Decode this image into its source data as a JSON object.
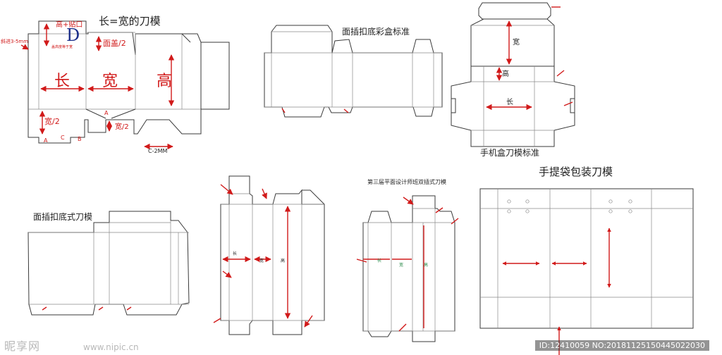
{
  "diagrams": {
    "d1": {
      "title": "长=宽的刀模",
      "glue_label": "高+贴口",
      "letter": "D",
      "note": "盖高度等于宽",
      "lid_label": "面盖/2",
      "slope_label": "斜进3-5mm",
      "length": "长",
      "width": "宽",
      "height": "高",
      "half_width": "宽/2",
      "half_width_2": "宽/2",
      "a_left": "A",
      "a_right": "A",
      "c_label": "C",
      "b_label": "B",
      "c2mm": "C-2MM"
    },
    "d2": {
      "title": "面插扣底彩盒标准"
    },
    "d3": {
      "title": "手机盒刀模标准",
      "width": "宽",
      "height": "高",
      "length": "长"
    },
    "d4": {
      "title": "面插扣底式刀模"
    },
    "d5": {
      "length": "长",
      "width": "宽",
      "height": "高"
    },
    "d6": {
      "title": "第三届平面设计师班双插式刀模",
      "length": "长",
      "width": "宽",
      "height": "高"
    },
    "d7": {
      "title": "手提袋包装刀模"
    }
  },
  "footer": {
    "watermark": "昵享网",
    "url": "www.nipic.cn",
    "id_line": "ID:12410059 NO:20181125150445022030"
  },
  "colors": {
    "dimension": "#d11a1a",
    "line": "#3a3a3a",
    "background": "#ffffff"
  }
}
